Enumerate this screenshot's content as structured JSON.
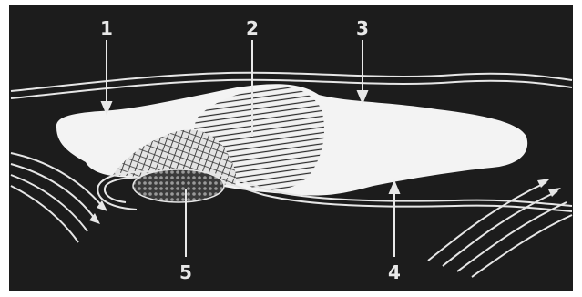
{
  "diagram": {
    "callouts": [
      {
        "id": "1",
        "text": "1"
      },
      {
        "id": "2",
        "text": "2"
      },
      {
        "id": "3",
        "text": "3"
      },
      {
        "id": "4",
        "text": "4"
      },
      {
        "id": "5",
        "text": "5"
      }
    ],
    "colors": {
      "background": "#1c1c1c",
      "lesion": "#f3f3f3",
      "lines": "#e6e6e6",
      "hatch": "#2a2a2a"
    }
  }
}
